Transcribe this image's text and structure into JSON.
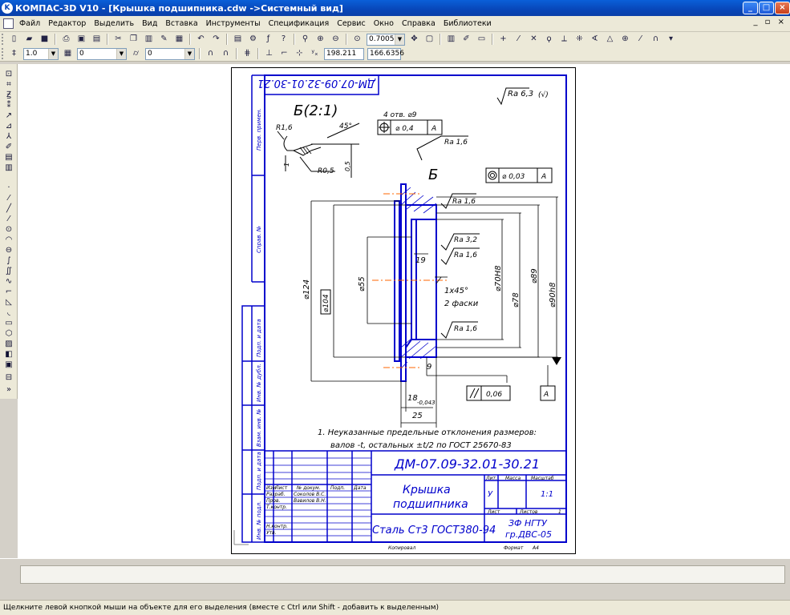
{
  "window": {
    "title": "КОМПАС-3D V10 - [Крышка подшипника.cdw ->Системный вид]",
    "app_icon": "kompas-logo-icon",
    "minimize": "_",
    "maximize": "□",
    "close": "×"
  },
  "menu": {
    "items": [
      "Файл",
      "Редактор",
      "Выделить",
      "Вид",
      "Вставка",
      "Инструменты",
      "Спецификация",
      "Сервис",
      "Окно",
      "Справка",
      "Библиотеки"
    ],
    "mdi_controls": "_ ▫ ×"
  },
  "toolbar1": {
    "zoom_value": "0.7005"
  },
  "toolbar2": {
    "line_width": "1.0",
    "layer": "0",
    "style": "0",
    "coord_x": "198.211",
    "coord_y": "166.6356"
  },
  "drawing": {
    "stamp_top": "ДМ-07.09-32.01-30.21",
    "roughness_general": "Ra 6,3",
    "roughness_general_suffix": "(√)",
    "view_label": "Б(2:1)",
    "view_b": "Б",
    "dims": {
      "r16": "R1,6",
      "r05": "R0,5",
      "angle45": "45°",
      "d05": "0,5",
      "d1": "1",
      "holes": "4 отв. ⌀9",
      "pos_tol": "⌀ 0,4",
      "datum_a": "A",
      "conc_tol": "⌀ 0,03",
      "ra16": "Ra 1,6",
      "ra32": "Ra 3,2",
      "d124": "⌀124",
      "d104": "⌀104",
      "d55": "⌀55",
      "d70": "⌀70H8",
      "d78": "⌀78",
      "d89": "⌀89",
      "d90": "⌀90h8",
      "d19": "19",
      "chamfer": "1x45°",
      "chamfer2": "2 фаски",
      "d9": "9",
      "d18": "18",
      "d18tol": "-0,043",
      "d25": "25",
      "par_tol": "0,06"
    },
    "notes": {
      "line1": "1. Неуказанные предельные отклонения размеров:",
      "line2": "валов -t, остальных ±t/2 по ГОСТ 25670-83"
    },
    "left_columns": [
      "Перв. примен.",
      "Справ. №",
      "Подп. и дата",
      "Инв. № дубл.",
      "Взам. инв. №",
      "Подп. и дата",
      "Инв. № подл."
    ],
    "title_block": {
      "designation": "ДМ-07.09-32.01-30.21",
      "name_line1": "Крышка",
      "name_line2": "подшипника",
      "material": "Сталь Ст3 ГОСТ380-94",
      "org_line1": "ЗФ НГТУ",
      "org_line2": "гр.ДВС-05",
      "lit_header": "Лит.",
      "mass_header": "Масса",
      "scale_header": "Масштаб",
      "lit_value": "У",
      "scale_value": "1:1",
      "sheet_label": "Лист",
      "sheets_label": "Листов",
      "sheets_value": "1",
      "copied": "Копировал",
      "format": "Формат",
      "format_value": "A4",
      "col_headers": [
        "Изм",
        "Лист",
        "№ докум.",
        "Подп.",
        "Дата"
      ],
      "roles": [
        "Разраб.",
        "Пров.",
        "Т.контр.",
        "",
        "Н.контр.",
        "Утв."
      ],
      "people": [
        "Соколов В.С.",
        "Вавилов В.Н."
      ]
    }
  },
  "status": {
    "text": "Щелкните левой кнопкой мыши на объекте для его выделения (вместе с Ctrl или Shift - добавить к выделенным)"
  }
}
